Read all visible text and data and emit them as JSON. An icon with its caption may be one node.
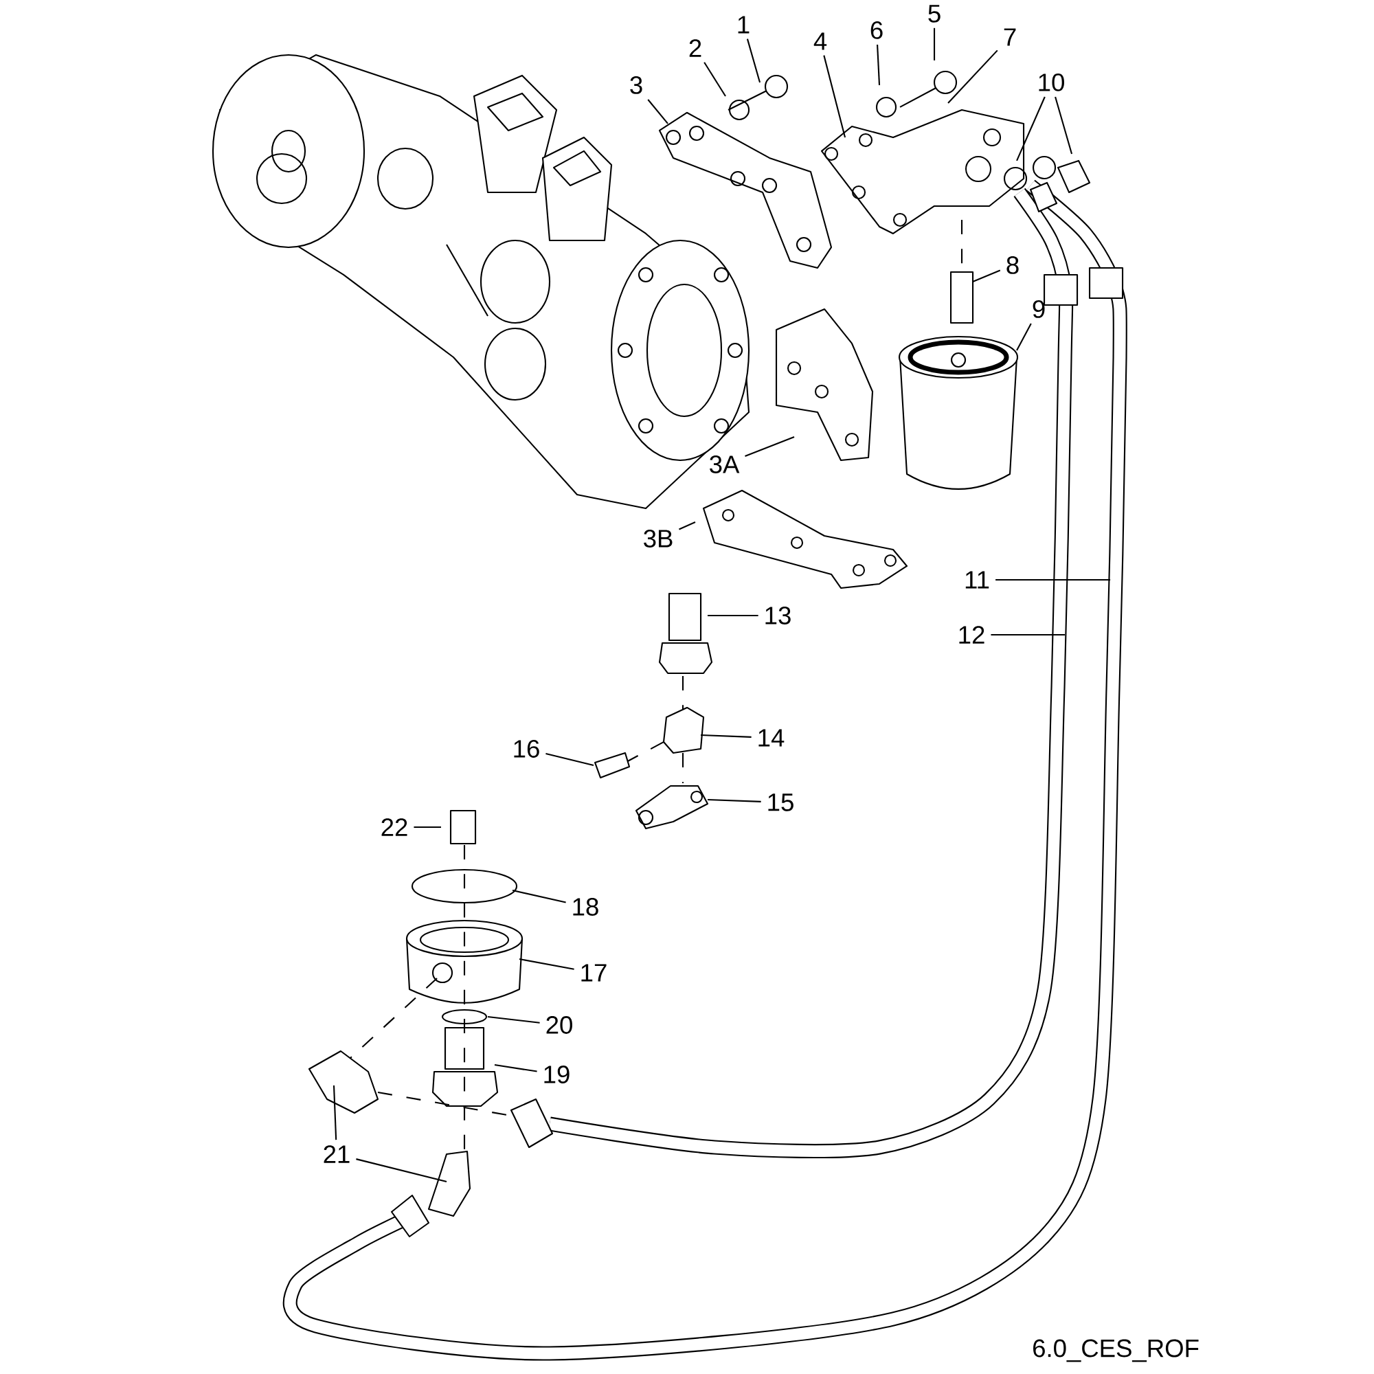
{
  "diagram": {
    "nodes": [
      {
        "text": [
          "1"
        ]
      },
      {
        "text": [
          "2"
        ]
      },
      {
        "text": [
          "3"
        ]
      },
      {
        "text": [
          "4"
        ]
      },
      {
        "text": [
          "5"
        ]
      },
      {
        "text": [
          "6"
        ]
      },
      {
        "text": [
          "7"
        ]
      },
      {
        "text": [
          "8"
        ]
      },
      {
        "text": [
          "9"
        ]
      },
      {
        "text": [
          "10"
        ]
      },
      {
        "text": [
          "11"
        ]
      },
      {
        "text": [
          "12"
        ]
      },
      {
        "text": [
          "13"
        ]
      },
      {
        "text": [
          "14"
        ]
      },
      {
        "text": [
          "15"
        ]
      },
      {
        "text": [
          "16"
        ]
      },
      {
        "text": [
          "17"
        ]
      },
      {
        "text": [
          "18"
        ]
      },
      {
        "text": [
          "19"
        ]
      },
      {
        "text": [
          "20"
        ]
      },
      {
        "text": [
          "21"
        ]
      },
      {
        "text": [
          "22"
        ]
      },
      {
        "text": [
          "3A"
        ]
      },
      {
        "text": [
          "3B"
        ]
      }
    ],
    "edges": [
      {
        "from": 0,
        "to": null,
        "arrow": "none"
      },
      {
        "from": 1,
        "to": null,
        "arrow": "none"
      },
      {
        "from": 2,
        "to": null,
        "arrow": "none"
      },
      {
        "from": 3,
        "to": null,
        "arrow": "none"
      },
      {
        "from": 4,
        "to": null,
        "arrow": "none"
      },
      {
        "from": 5,
        "to": null,
        "arrow": "none"
      },
      {
        "from": 6,
        "to": null,
        "arrow": "none"
      },
      {
        "from": 7,
        "to": null,
        "arrow": "none"
      },
      {
        "from": 8,
        "to": null,
        "arrow": "none"
      },
      {
        "from": 9,
        "to": null,
        "arrow": "none"
      },
      {
        "from": 9,
        "to": null,
        "arrow": "none"
      },
      {
        "from": 10,
        "to": null,
        "arrow": "none"
      },
      {
        "from": 11,
        "to": null,
        "arrow": "none"
      },
      {
        "from": 12,
        "to": null,
        "arrow": "none"
      },
      {
        "from": 13,
        "to": null,
        "arrow": "none"
      },
      {
        "from": 14,
        "to": null,
        "arrow": "none"
      },
      {
        "from": 15,
        "to": null,
        "arrow": "none"
      },
      {
        "from": 16,
        "to": null,
        "arrow": "none"
      },
      {
        "from": 17,
        "to": null,
        "arrow": "none"
      },
      {
        "from": 18,
        "to": null,
        "arrow": "none"
      },
      {
        "from": 19,
        "to": null,
        "arrow": "none"
      },
      {
        "from": 20,
        "to": null,
        "arrow": "none"
      },
      {
        "from": 20,
        "to": null,
        "arrow": "none"
      },
      {
        "from": 21,
        "to": null,
        "arrow": "none"
      },
      {
        "from": 22,
        "to": null,
        "arrow": "none"
      },
      {
        "from": 23,
        "to": null,
        "arrow": "none"
      }
    ],
    "labels": [
      "6.0_CES_ROF"
    ]
  }
}
